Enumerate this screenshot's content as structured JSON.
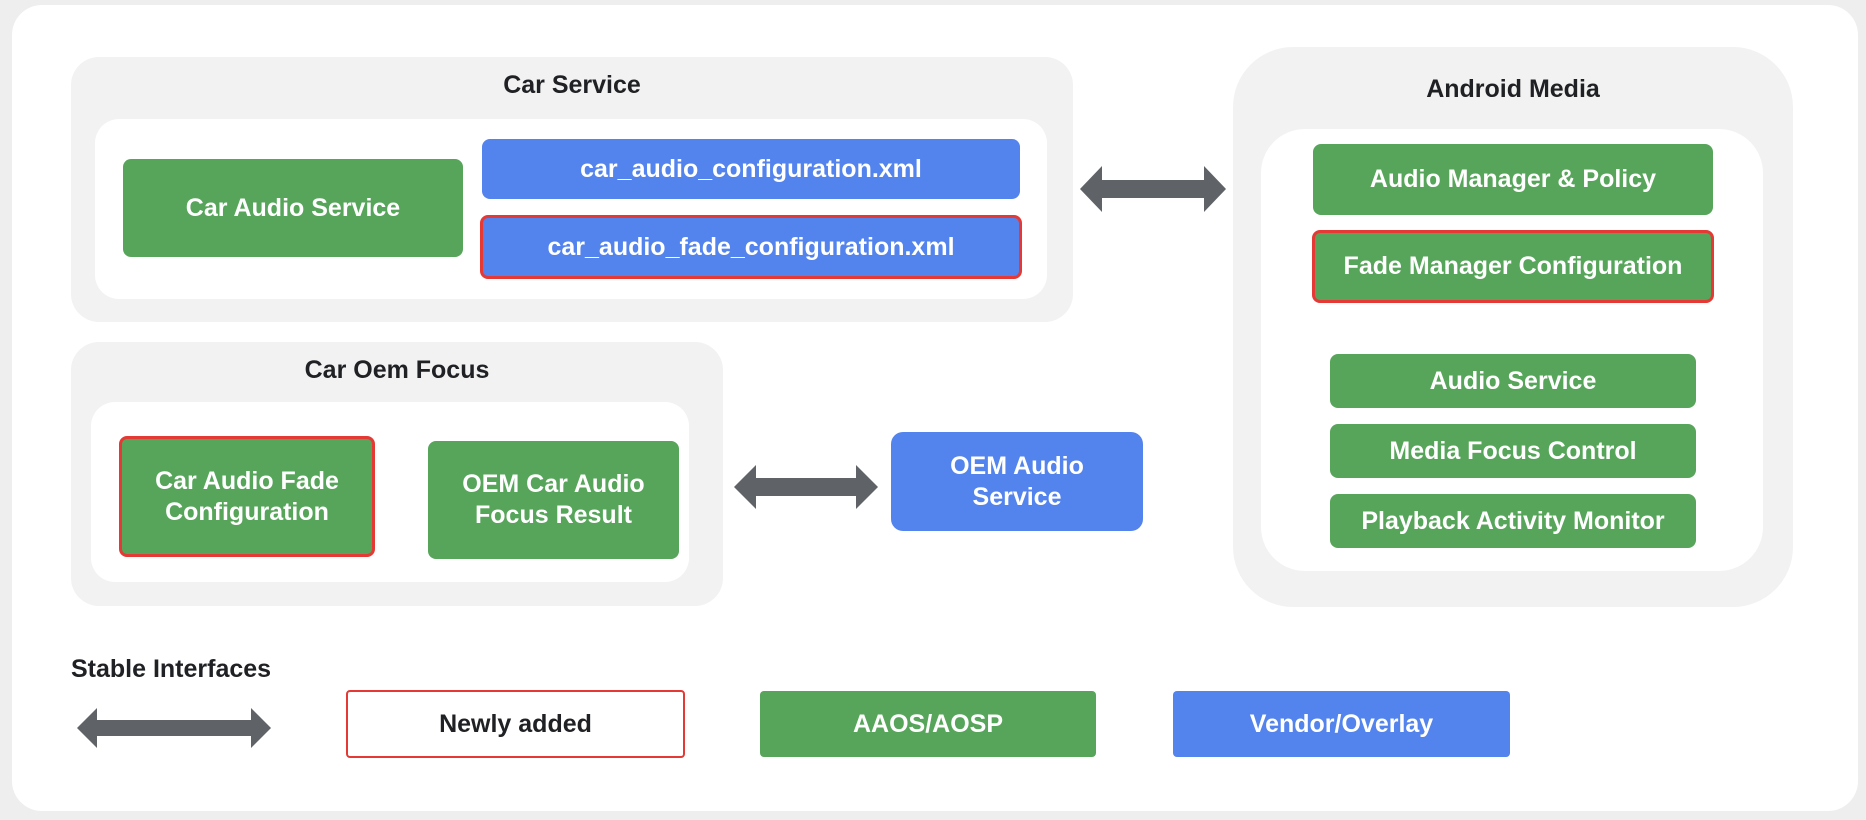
{
  "car_service": {
    "title": "Car Service",
    "car_audio_service": "Car Audio Service",
    "config_xml": "car_audio_configuration.xml",
    "fade_config_xml": "car_audio_fade_configuration.xml"
  },
  "android_media": {
    "title": "Android Media",
    "audio_manager": "Audio Manager & Policy",
    "fade_manager": "Fade Manager Configuration",
    "audio_service": "Audio Service",
    "media_focus": "Media Focus Control",
    "playback_monitor": "Playback Activity Monitor"
  },
  "car_oem_focus": {
    "title": "Car Oem Focus",
    "fade_config": "Car Audio Fade\nConfiguration",
    "focus_result": "OEM Car Audio\nFocus Result"
  },
  "oem_audio_service": "OEM Audio\nService",
  "legend": {
    "title": "Stable Interfaces",
    "newly_added": "Newly added",
    "aaos": "AAOS/AOSP",
    "vendor": "Vendor/Overlay"
  },
  "colors": {
    "green": "#57a55a",
    "blue": "#5383ec",
    "new_border": "#e53935",
    "arrow": "#5f6368"
  }
}
